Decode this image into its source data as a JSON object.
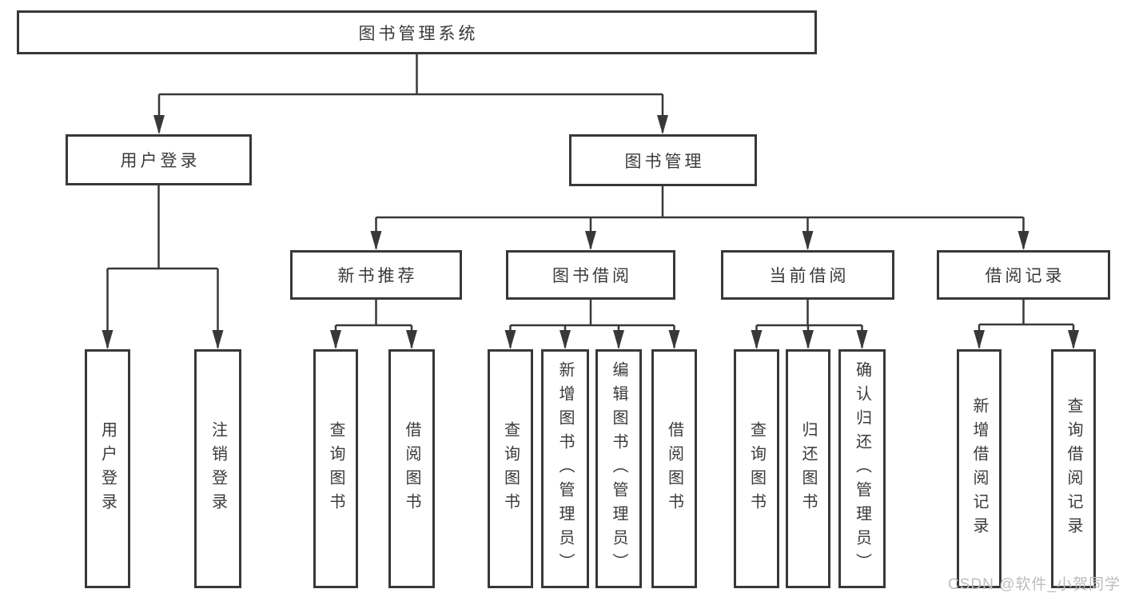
{
  "tree": {
    "label": "图书管理系统",
    "children": [
      {
        "label": "用户登录",
        "children": [
          {
            "label": "用户登录"
          },
          {
            "label": "注销登录"
          }
        ]
      },
      {
        "label": "图书管理",
        "children": [
          {
            "label": "新书推荐",
            "children": [
              {
                "label": "查询图书"
              },
              {
                "label": "借阅图书"
              }
            ]
          },
          {
            "label": "图书借阅",
            "children": [
              {
                "label": "查询图书"
              },
              {
                "label": "新增图书（管理员）"
              },
              {
                "label": "编辑图书（管理员）"
              },
              {
                "label": "借阅图书"
              }
            ]
          },
          {
            "label": "当前借阅",
            "children": [
              {
                "label": "查询图书"
              },
              {
                "label": "归还图书"
              },
              {
                "label": "确认归还（管理员）"
              }
            ]
          },
          {
            "label": "借阅记录",
            "children": [
              {
                "label": "新增借阅记录"
              },
              {
                "label": "查询借阅记录"
              }
            ]
          }
        ]
      }
    ]
  },
  "watermark": {
    "text": "CSDN @软件_小贺同学"
  },
  "colors": {
    "line": "#383838",
    "box_border": "#383838",
    "text": "#3a3a3a",
    "watermark": "#bdbdbd",
    "background": "#ffffff"
  }
}
